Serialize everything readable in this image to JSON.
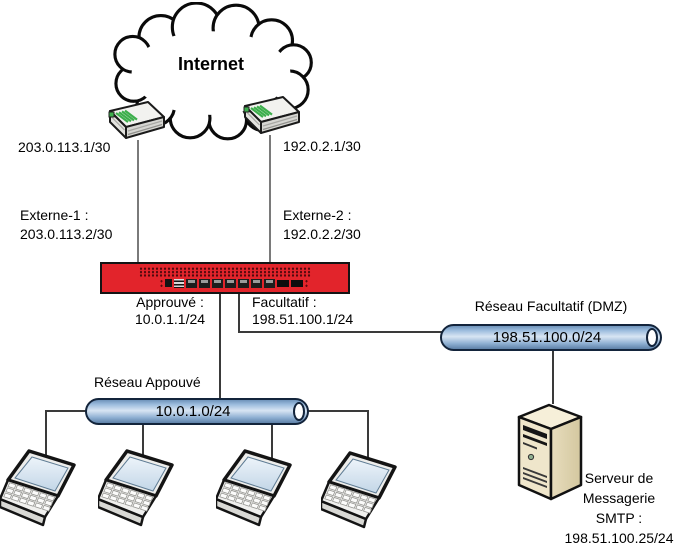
{
  "labels": {
    "internet": "Internet",
    "modem_left_ip": "203.0.113.1/30",
    "modem_right_ip": "192.0.2.1/30",
    "external1": "Externe-1 :\n203.0.113.2/30",
    "external2": "Externe-2 :\n192.0.2.2/30",
    "trusted_interface": "Approuvé :\n10.0.1.1/24",
    "optional_interface": "Facultatif :\n198.51.100.1/24",
    "dmz_network_title": "Réseau Facultatif (DMZ)",
    "dmz_subnet": "198.51.100.0/24",
    "trusted_network_title": "Réseau Appouvé",
    "trusted_subnet": "10.0.1.0/24",
    "smtp_server": "Serveur de\nMessagerie\nSMTP :\n198.51.100.25/24"
  },
  "icons": {
    "internet": "cloud-icon",
    "isp_router_left": "modem-router-icon",
    "isp_router_right": "modem-router-icon",
    "firewall": "firewall-appliance-icon",
    "dmz_bus": "network-bus-cylinder-icon",
    "trusted_bus": "network-bus-cylinder-icon",
    "workstations": "laptop-icon",
    "mail_server": "tower-server-icon"
  },
  "colors": {
    "firewall_red": "#e2242b",
    "bus_blue": "#9dbdde",
    "bus_border": "#13243b",
    "led_green": "#3cae4b",
    "server_beige": "#efe6cb",
    "cloud_outline": "#0a0a0a"
  }
}
